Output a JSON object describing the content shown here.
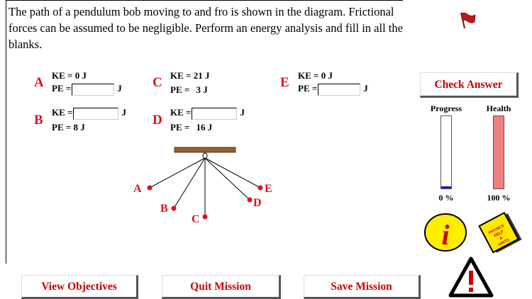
{
  "instructions": "The path of a pendulum bob moving to and fro is shown in the diagram. Frictional forces can be assumed to be negligible.  Perform an energy analysis and fill in all the blanks.",
  "positions": {
    "A": {
      "letter": "A",
      "ke_label": "KE =",
      "ke_value": "0 J",
      "pe_label": "PE =",
      "pe_unit": "J"
    },
    "B": {
      "letter": "B",
      "ke_label": "KE =",
      "ke_unit": "J",
      "pe_label": "PE =",
      "pe_value": "8 J"
    },
    "C": {
      "letter": "C",
      "ke_label": "KE =",
      "ke_value": "21 J",
      "pe_label": "PE =",
      "pe_value": "3 J"
    },
    "D": {
      "letter": "D",
      "ke_label": "KE =",
      "ke_unit": "J",
      "pe_label": "PE =",
      "pe_value": "16 J"
    },
    "E": {
      "letter": "E",
      "ke_label": "KE =",
      "ke_value": "0 J",
      "pe_label": "PE =",
      "pe_unit": "J"
    }
  },
  "diagram_labels": {
    "A": "A",
    "B": "B",
    "C": "C",
    "D": "D",
    "E": "E"
  },
  "buttons": {
    "check_answer": "Check Answer",
    "view_objectives": "View Objectives",
    "quit_mission": "Quit Mission",
    "save_mission": "Save Mission"
  },
  "meters": {
    "progress_label": "Progress",
    "health_label": "Health",
    "progress_value": "0 %",
    "health_value": "100 %",
    "progress_fraction": 0.0,
    "health_fraction": 1.0
  },
  "help_book_text": "PHYSICS HELP & HINTS",
  "icons": [
    "flag-icon",
    "info-icon",
    "help-book-icon",
    "warning-icon"
  ],
  "colors": {
    "accent_red": "#cc0000",
    "letter_red": "#e0101a",
    "health_fill": "#f08080",
    "progress_fill": "#1a1acc",
    "info_yellow": "#ffee00",
    "book_yellow": "#ffe800",
    "wood": "#8b5a2b"
  }
}
